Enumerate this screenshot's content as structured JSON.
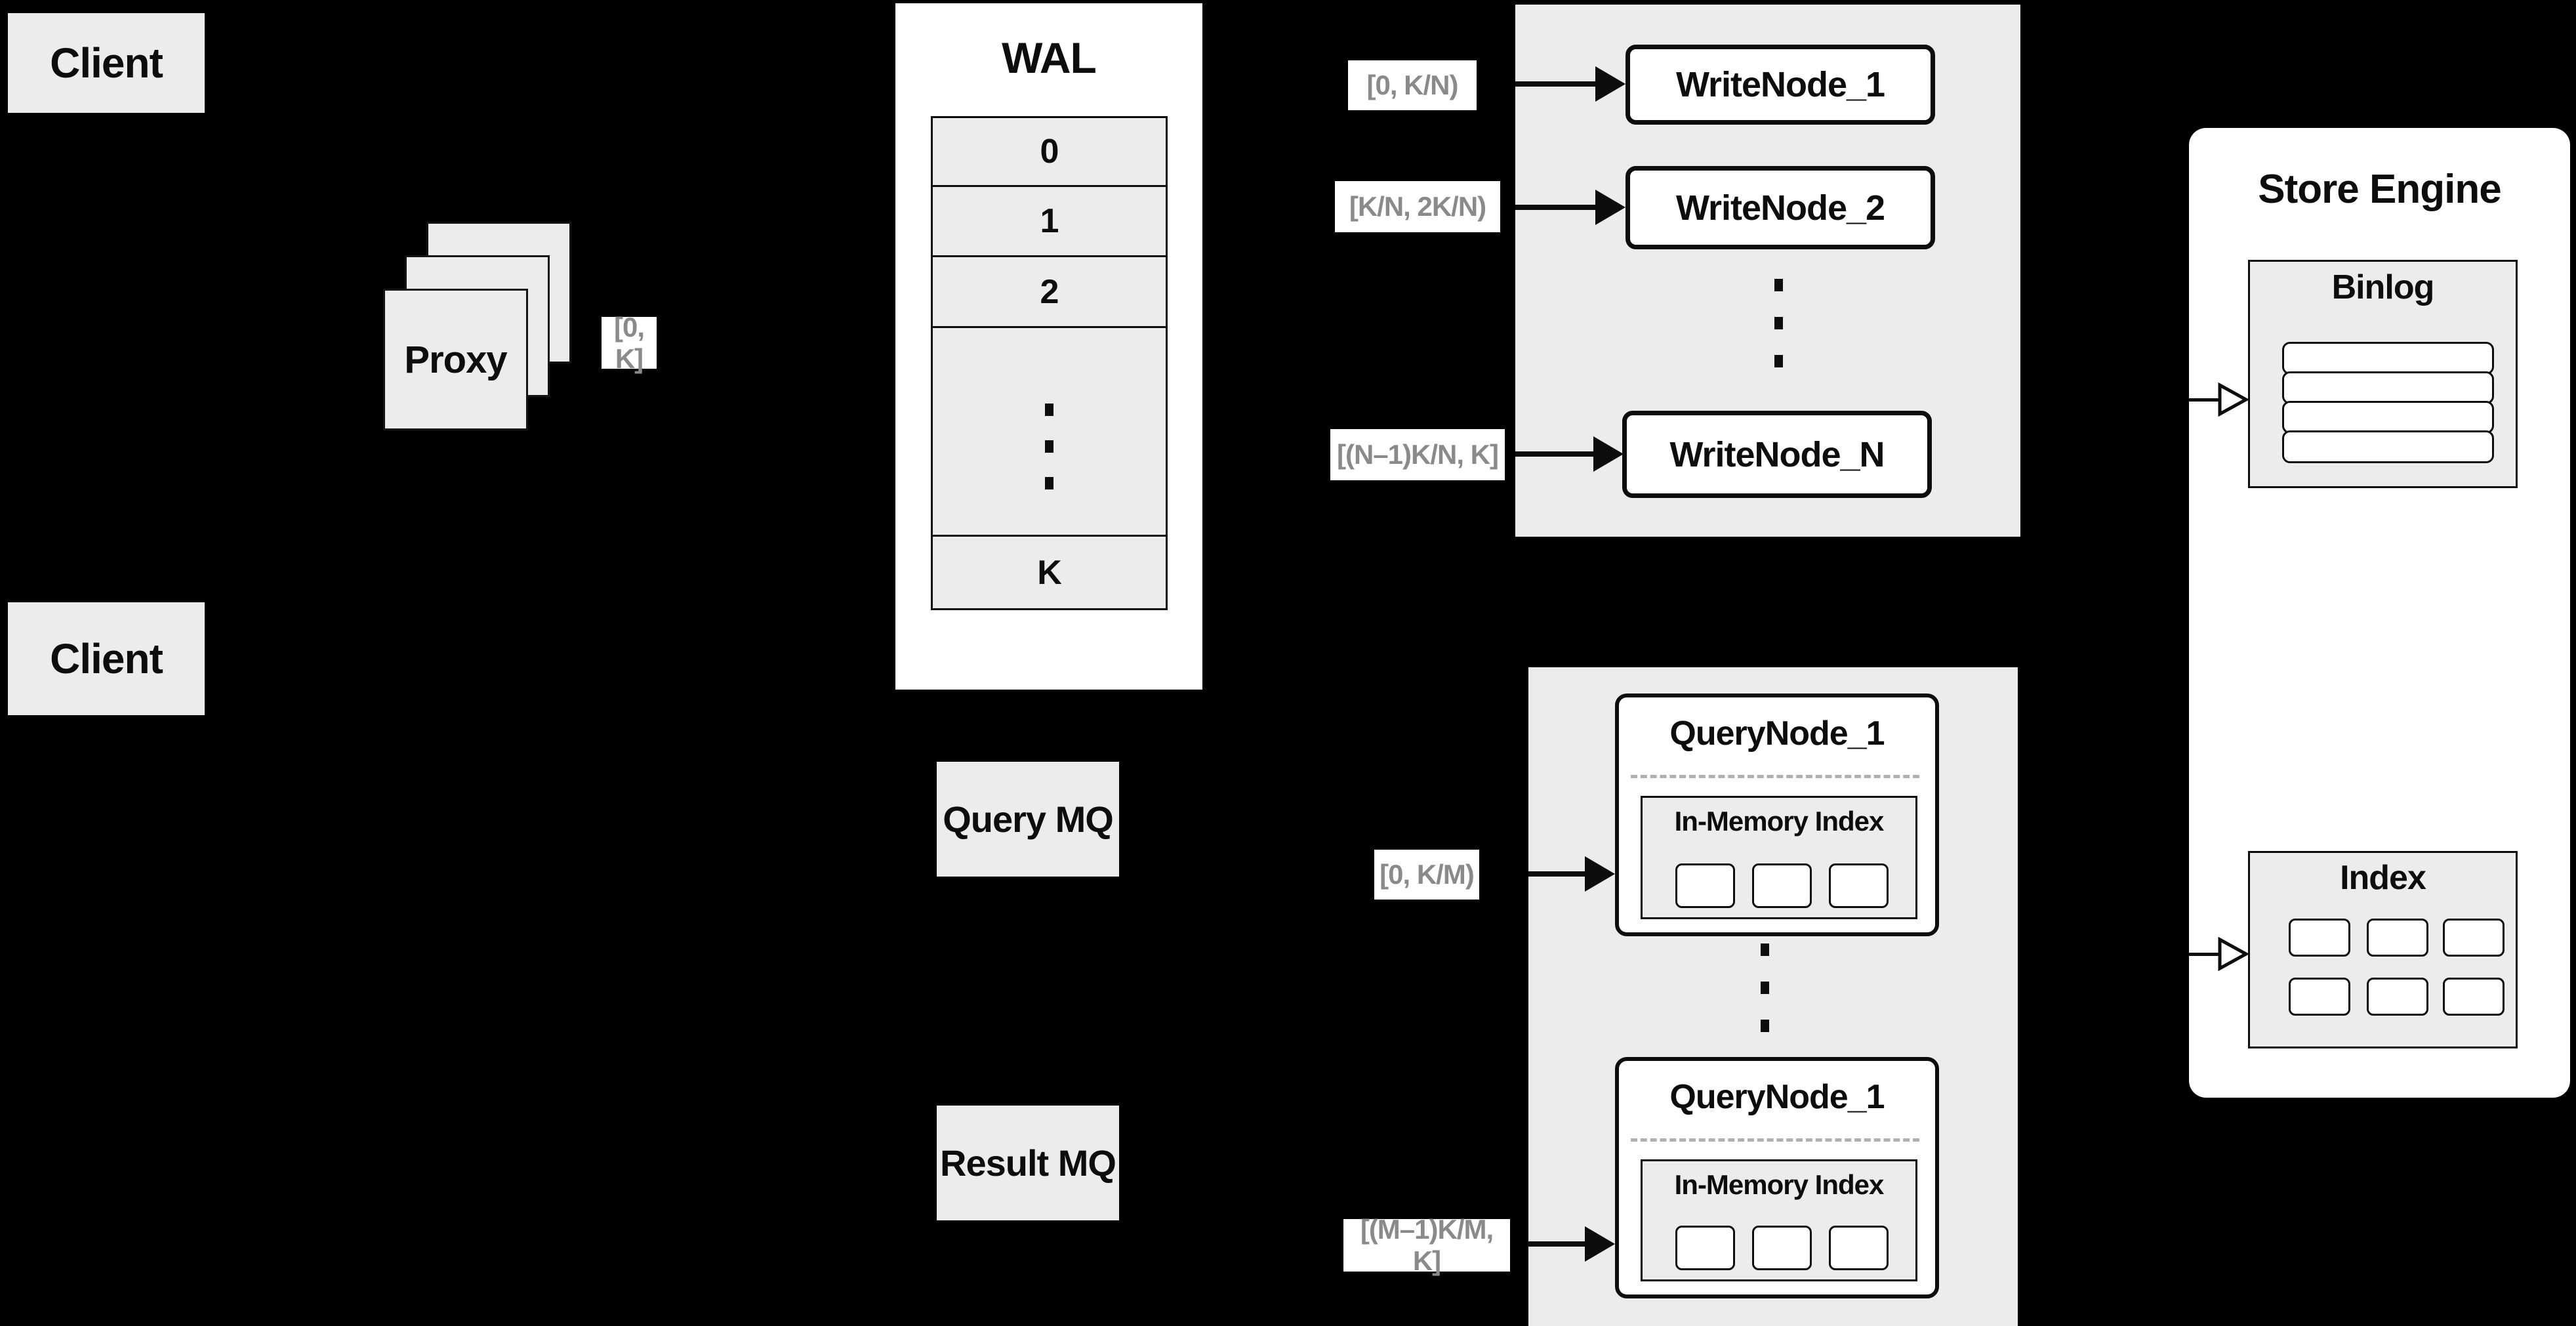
{
  "clients": {
    "top": "Client",
    "bottom": "Client"
  },
  "proxy": {
    "label": "Proxy"
  },
  "routing": {
    "proxy_to_wal": "[0, K]"
  },
  "wal": {
    "title": "WAL",
    "rows": [
      "0",
      "1",
      "2",
      "K"
    ]
  },
  "write_group": {
    "labels": [
      "[0, K/N)",
      "[K/N, 2K/N)",
      "[(N–1)K/N, K]"
    ],
    "nodes": [
      "WriteNode_1",
      "WriteNode_2",
      "WriteNode_N"
    ]
  },
  "store_engine": {
    "title": "Store Engine",
    "binlog_title": "Binlog",
    "index_title": "Index"
  },
  "mq": {
    "query": "Query MQ",
    "result": "Result MQ"
  },
  "query_group": {
    "labels": [
      "[0, K/M)",
      "[(M–1)K/M, K]"
    ],
    "nodes": [
      {
        "title": "QueryNode_1",
        "inmem": "In-Memory Index"
      },
      {
        "title": "QueryNode_1",
        "inmem": "In-Memory Index"
      }
    ]
  },
  "colors": {
    "background": "#000000",
    "panel_gray": "#ececec",
    "box_white": "#ffffff",
    "line_black": "#0d0d0d",
    "label_text_gray": "#8a8a8a",
    "dashed_gray": "#b0b0b0"
  }
}
